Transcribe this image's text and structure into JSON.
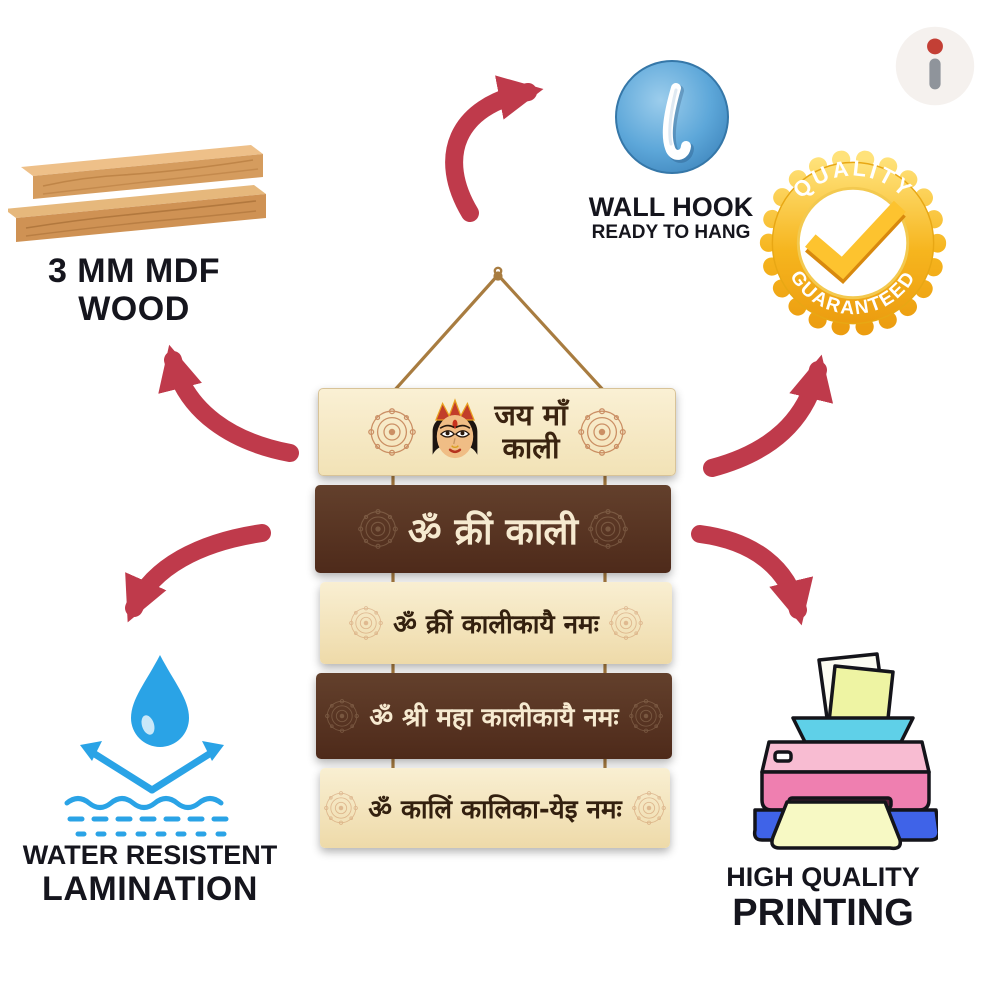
{
  "brand": {
    "logo_letter": "i"
  },
  "callouts": {
    "mdf": {
      "line1": "3 MM MDF",
      "line2": "WOOD"
    },
    "wall_hook": {
      "title": "WALL HOOK",
      "subtitle": "READY TO HANG"
    },
    "badge": {
      "arc_top": "QUALITY",
      "arc_bottom": "GUARANTEED"
    },
    "lamination": {
      "line1": "WATER RESISTENT",
      "line2": "LAMINATION"
    },
    "printing": {
      "line1": "HIGH QUALITY",
      "line2": "PRINTING"
    }
  },
  "product": {
    "planks": [
      {
        "line1": "जय माँ",
        "line2": "काली"
      },
      {
        "text": "ॐ क्रीं काली"
      },
      {
        "text": "ॐ क्रीं कालीकायै नमः"
      },
      {
        "text": "ॐ श्री महा कालीकायै नमः"
      },
      {
        "text": "ॐ कालिं कालिका-येइ नमः"
      }
    ]
  },
  "colors": {
    "arrow_red": "#bf3a4b",
    "badge_gold": "#f2a81d",
    "hook_blue": "#4a97cf",
    "water_blue": "#2aa3e6",
    "plank_cream": "#f4e3b8",
    "plank_brown": "#5a3424",
    "wood_tan": "#d59c5e"
  }
}
